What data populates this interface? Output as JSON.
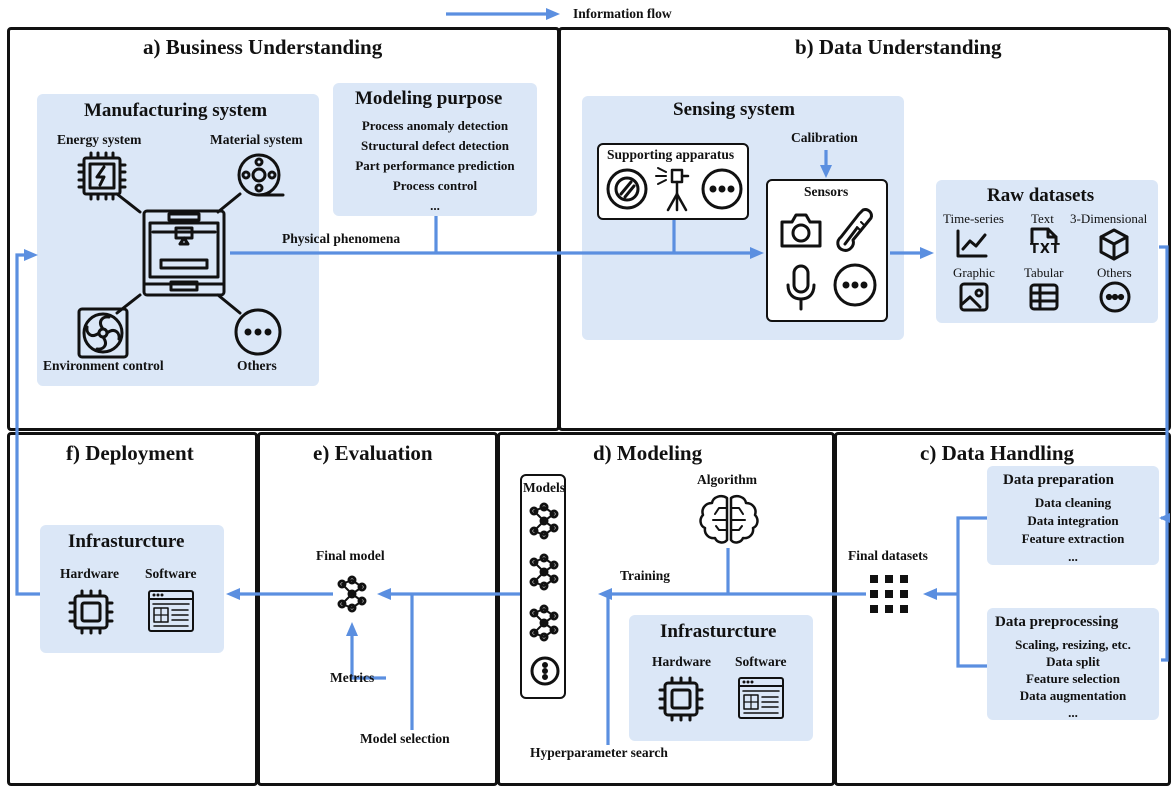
{
  "legend": {
    "label": "Information flow"
  },
  "panels": {
    "business": {
      "title": "a) Business Understanding"
    },
    "data_understanding": {
      "title": "b) Data Understanding"
    },
    "data_handling": {
      "title": "c) Data Handling"
    },
    "modeling": {
      "title": "d) Modeling"
    },
    "evaluation": {
      "title": "e) Evaluation"
    },
    "deployment": {
      "title": "f) Deployment"
    }
  },
  "manufacturing": {
    "title": "Manufacturing system",
    "energy": "Energy system",
    "material": "Material system",
    "environment": "Environment control",
    "others": "Others"
  },
  "purpose": {
    "title": "Modeling purpose",
    "items": [
      "Process anomaly detection",
      "Structural defect detection",
      "Part performance prediction",
      "Process control",
      "..."
    ]
  },
  "physical": "Physical phenomena",
  "sensing": {
    "title": "Sensing system",
    "calibration": "Calibration",
    "apparatus": "Supporting apparatus",
    "sensors": "Sensors"
  },
  "raw": {
    "title": "Raw datasets",
    "types": [
      "Time-series",
      "Text",
      "3-Dimensional",
      "Graphic",
      "Tabular",
      "Others"
    ],
    "txt_glyph": "TXT"
  },
  "prep": {
    "title": "Data preparation",
    "items": [
      "Data cleaning",
      "Data integration",
      "Feature extraction",
      "..."
    ]
  },
  "preproc": {
    "title": "Data preprocessing",
    "items": [
      "Scaling, resizing, etc.",
      "Data split",
      "Feature selection",
      "Data augmentation",
      "..."
    ]
  },
  "final_datasets": "Final datasets",
  "modeling": {
    "models": "Models",
    "algorithm": "Algorithm",
    "training": "Training",
    "infra_title": "Infrasturcture",
    "hardware": "Hardware",
    "software": "Software",
    "hyper": "Hyperparameter search"
  },
  "evaluation": {
    "final_model": "Final model",
    "metrics": "Metrics",
    "selection": "Model selection"
  },
  "deployment": {
    "infra_title": "Infrasturcture",
    "hardware": "Hardware",
    "software": "Software"
  },
  "colors": {
    "flow": "#5b8fe0",
    "box_fill": "#dbe7f7",
    "border": "#111111"
  },
  "icons": [
    "energy-icon",
    "material-icon",
    "printer-icon",
    "fan-icon",
    "others-icon",
    "lens-icon",
    "lamp-icon",
    "camera-icon",
    "thermometer-icon",
    "microphone-icon",
    "chart-icon",
    "txt-icon",
    "cube-icon",
    "image-icon",
    "table-icon",
    "grid-icon",
    "brain-icon",
    "network-icon",
    "chip-icon",
    "software-window-icon"
  ]
}
